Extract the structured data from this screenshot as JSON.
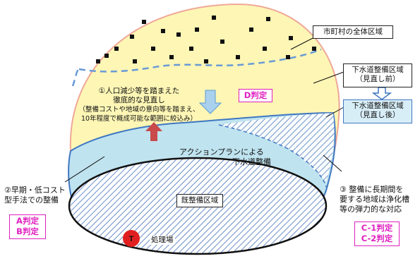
{
  "labels": {
    "whole_area": "市町村の全体区域",
    "sewer_before_line1": "下水道整備区域",
    "sewer_before_line2": "（見直し前）",
    "sewer_after_line1": "下水道整備区域",
    "sewer_after_line2": "（見直し後）",
    "review_line1": "①人口減少等を踏まえた",
    "review_line2": "徹底的な見直し",
    "review_line3": "（整備コストや地域の意向等を踏まえ、",
    "review_line4": "10年程度で概成可能な範囲に絞込み）",
    "d_judgement": "D判定",
    "action_line1": "アクションプランによる",
    "action_line2": "下水道整備",
    "early_line1": "②早期・低コスト",
    "early_line2": "型手法での整備",
    "ab_judgement_line1": "A判定",
    "ab_judgement_line2": "B判定",
    "long_line1": "③ 整備に長期間を",
    "long_line2": "要する地域は浄化槽",
    "long_line3": "等の弾力的な対応",
    "c_judgement_line1": "C-1判定",
    "c_judgement_line2": "C-2判定",
    "existing_area": "既整備区域",
    "treatment_marker": "T",
    "treatment_plant": "処理場"
  },
  "colors": {
    "whole_area_fill": "#fdf6b5",
    "whole_area_border": "#f0a898",
    "sewer_area_fill": "#bfe3ef",
    "boundary_blue": "#3f77c2",
    "hatch": "#6a8cc7",
    "judgement_magenta": "#e020c0",
    "arrow_red": "#c84a4a",
    "arrow_light_blue": "#a9d1ee",
    "treatment_red": "#e02020"
  }
}
